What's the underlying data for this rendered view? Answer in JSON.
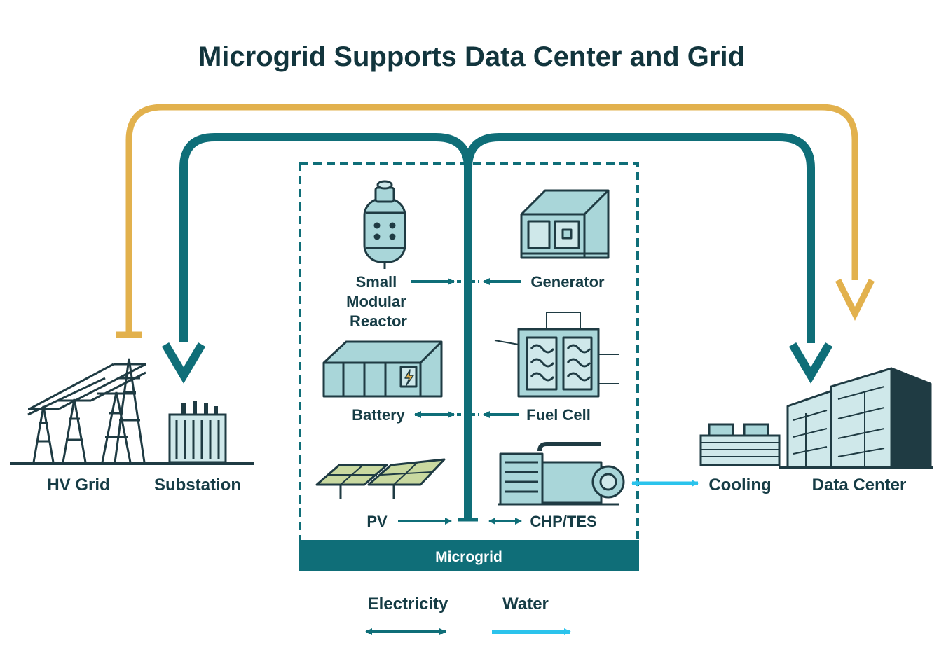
{
  "title": "Microgrid Supports Data Center and Grid",
  "colors": {
    "electricity": "#0f6e78",
    "water": "#2bc3ec",
    "grid_line": "#e2b14d",
    "dark": "#1f3b43",
    "equipment_fill": "#a9d6d9",
    "equipment_light": "#cfe8ea"
  },
  "microgrid": {
    "label": "Microgrid",
    "components": {
      "smr": [
        "Small",
        "Modular",
        "Reactor"
      ],
      "generator": "Generator",
      "battery": "Battery",
      "fuel_cell": "Fuel Cell",
      "pv": "PV",
      "chp": "CHP/TES"
    }
  },
  "sites": {
    "hv_grid": "HV Grid",
    "substation": "Substation",
    "cooling": "Cooling",
    "data_center": "Data Center"
  },
  "legend": {
    "electricity": "Electricity",
    "water": "Water"
  },
  "icons": [
    "reactor-icon",
    "generator-icon",
    "battery-icon",
    "fuel-cell-icon",
    "solar-panel-icon",
    "chp-icon",
    "transmission-tower-icon",
    "substation-icon",
    "cooling-tower-icon",
    "data-center-icon"
  ]
}
